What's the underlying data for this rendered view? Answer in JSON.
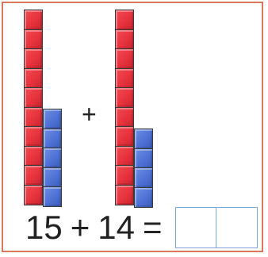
{
  "plus_sign": "+",
  "equation": {
    "addend_1": "15",
    "operator": "+",
    "addend_2": "14",
    "equals": "=",
    "answer_tens": "",
    "answer_ones": ""
  },
  "group_1": {
    "tens_rods": 1,
    "ones_units": 5
  },
  "group_2": {
    "tens_rods": 1,
    "ones_units": 4
  },
  "colors": {
    "tens": "#e8333d",
    "ones": "#4e72d6",
    "frame": "#d9785a",
    "answer_box": "#7fa6d8"
  }
}
